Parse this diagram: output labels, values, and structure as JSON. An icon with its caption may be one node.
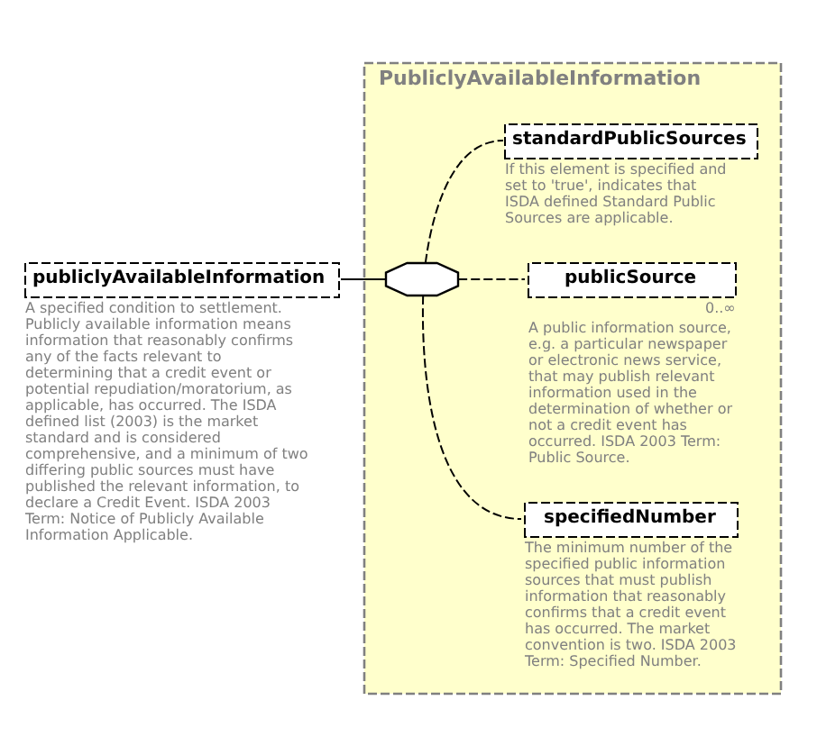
{
  "diagram": {
    "nodes": [
      {
        "text": [
          "publiclyAvailableInformation"
        ],
        "beside": [
          "A specified condition to settlement. Publicly available information means information that reasonably confirms any of the facts relevant to determining that a credit event or potential repudiation/moratorium, as applicable, has occurred. The ISDA defined list (2003) is the market standard and is considered comprehensive, and a minimum of two differing public sources must have published the relevant information, to declare a Credit Event. ISDA 2003 Term: Notice of Publicly Available Information Applicable."
        ]
      },
      {
        "text": [
          "PubliclyAvailableInformation"
        ]
      },
      {
        "text": [],
        "shape": "octagon",
        "in": 1
      },
      {
        "text": [
          "standardPublicSources"
        ],
        "in": 1,
        "beside": [
          "If this element is specified and set to 'true', indicates that ISDA defined Standard Public Sources are applicable."
        ]
      },
      {
        "text": [
          "publicSource"
        ],
        "in": 1,
        "beside": [
          "0..∞",
          "A public information source, e.g. a particular newspaper or electronic news service, that may publish relevant information used in the determination of whether or not a credit event has occurred. ISDA 2003 Term: Public Source."
        ]
      },
      {
        "text": [
          "specifiedNumber"
        ],
        "in": 1,
        "beside": [
          "The minimum number of the specified public information sources that must publish information that reasonably confirms that a credit event has occurred. The market convention is two. ISDA 2003 Term: Specified Number."
        ]
      }
    ],
    "edges": [
      {
        "from": 0,
        "to": 2,
        "arrow": "none"
      },
      {
        "from": 2,
        "to": 5,
        "arrow": "none",
        "style": "dashed"
      },
      {
        "from": 2,
        "to": 4,
        "arrow": "none",
        "style": "dashed"
      },
      {
        "from": 2,
        "to": 3,
        "arrow": "none",
        "style": "dashed"
      }
    ]
  }
}
